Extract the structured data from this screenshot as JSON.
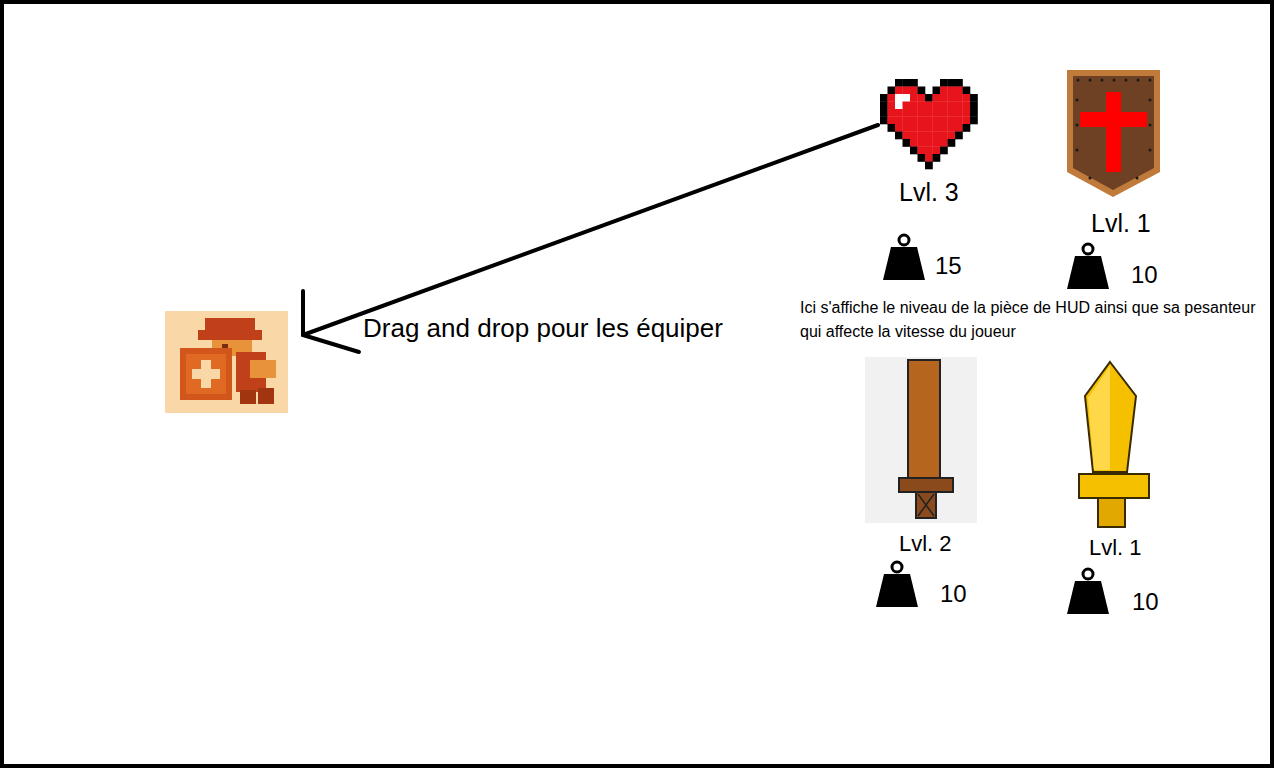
{
  "diagram": {
    "nodes": [
      {
        "text": []
      },
      {
        "text": [
          "Lvl. 3",
          "15"
        ]
      },
      {
        "text": [
          "Lvl. 1",
          "10"
        ]
      },
      {
        "text": [
          "Lvl. 2",
          "10"
        ]
      },
      {
        "text": [
          "Lvl. 1",
          "10"
        ]
      }
    ],
    "edges": [
      {
        "from": 1,
        "to": 0,
        "arrow": "to"
      }
    ],
    "labels": [
      "Drag and drop pour les équiper",
      "Ici s'affiche le niveau de la pièce de HUD ainsi que sa pesanteur qui affecte la vitesse du joueur"
    ]
  }
}
